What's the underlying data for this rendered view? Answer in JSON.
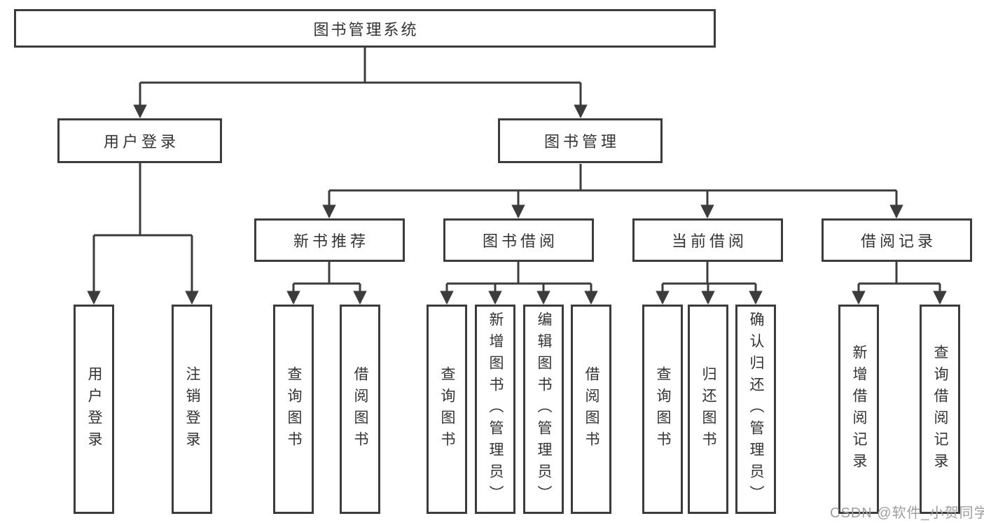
{
  "diagram": {
    "title": "图书管理系统",
    "branches": [
      {
        "label": "用户登录",
        "children": [
          {
            "label": "用户登录"
          },
          {
            "label": "注销登录"
          }
        ]
      },
      {
        "label": "图书管理",
        "children": [
          {
            "label": "新书推荐",
            "children": [
              {
                "label": "查询图书"
              },
              {
                "label": "借阅图书"
              }
            ]
          },
          {
            "label": "图书借阅",
            "children": [
              {
                "label": "查询图书"
              },
              {
                "label": "新增图书（管理员）"
              },
              {
                "label": "编辑图书（管理员）"
              },
              {
                "label": "借阅图书"
              }
            ]
          },
          {
            "label": "当前借阅",
            "children": [
              {
                "label": "查询图书"
              },
              {
                "label": "归还图书"
              },
              {
                "label": "确认归还（管理员）"
              }
            ]
          },
          {
            "label": "借阅记录",
            "children": [
              {
                "label": "新增借阅记录"
              },
              {
                "label": "查询借阅记录"
              }
            ]
          }
        ]
      }
    ]
  },
  "watermark": {
    "text": "CSDN @软件_小贺同学"
  },
  "colors": {
    "line": "#3c3c3c",
    "text": "#333333",
    "box_background": "#ffffff",
    "watermark": "#9e9e9e"
  }
}
